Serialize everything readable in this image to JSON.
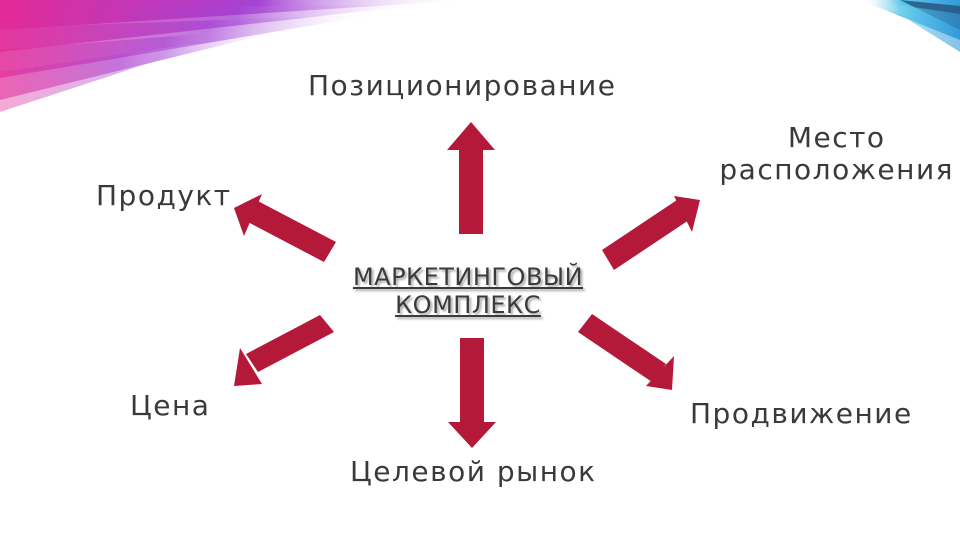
{
  "diagram": {
    "center_line1": "МАРКЕТИНГОВЫЙ",
    "center_line2": "КОМПЛЕКС",
    "nodes": {
      "positioning": "Позиционирование",
      "place_line1": "Место",
      "place_line2": "расположения",
      "product": "Продукт",
      "price": "Цена",
      "promotion": "Продвижение",
      "target_market": "Целевой рынок"
    },
    "arrow_color": "#b5193a"
  }
}
